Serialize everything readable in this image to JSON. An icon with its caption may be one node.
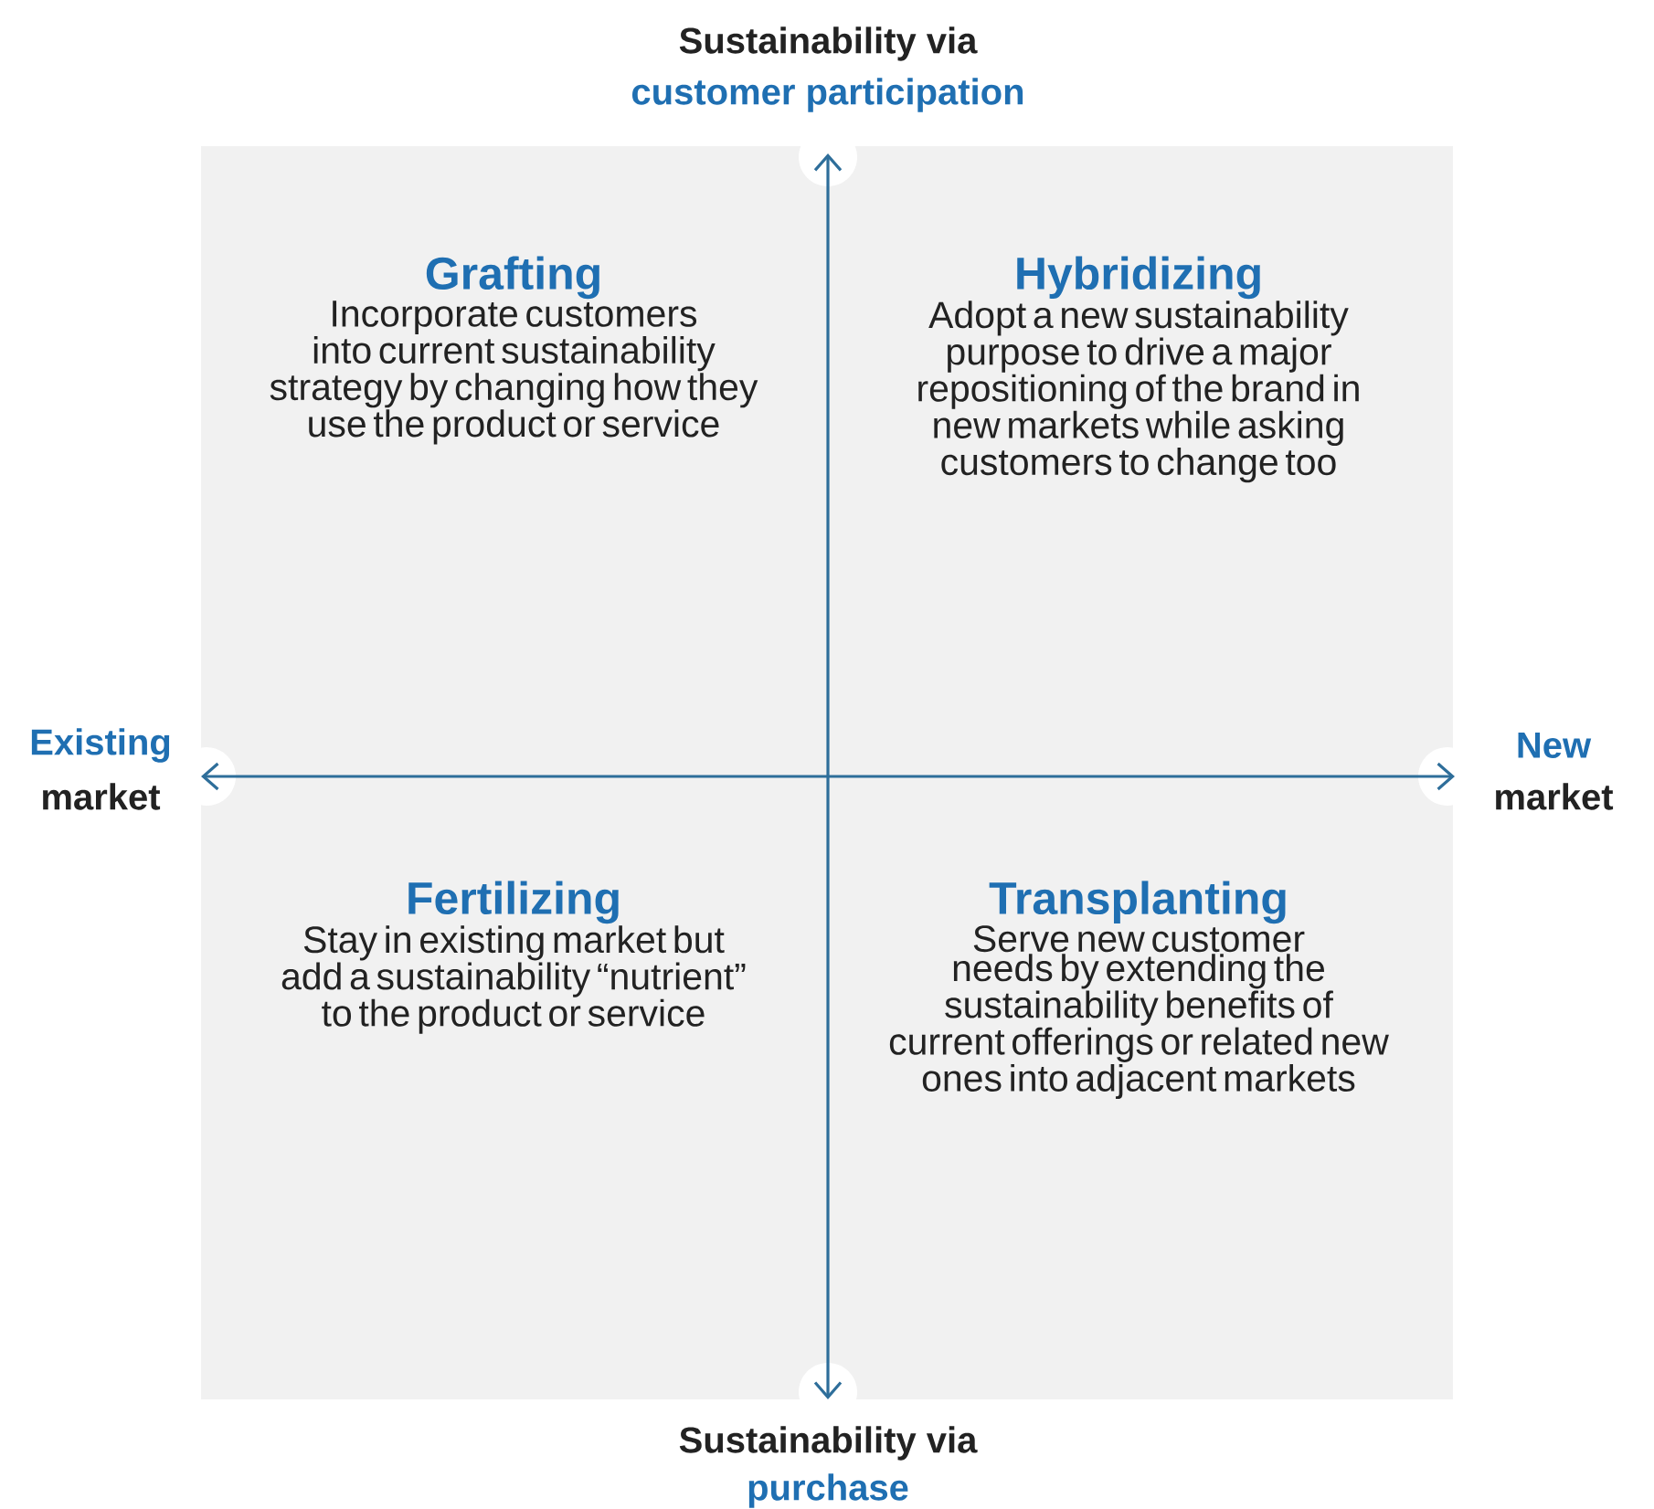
{
  "diagram": {
    "nodes": [
      {
        "text": [
          "Grafting",
          "Incorporate customers into current sustainability strategy by changing how they use the product or service"
        ]
      },
      {
        "text": [
          "Hybridizing",
          "Adopt a new sustainability purpose to drive a major repositioning of the brand in new markets while asking customers to change too"
        ]
      },
      {
        "text": [
          "Fertilizing",
          "Stay in existing market but add a sustainability “nutrient” to the product or service"
        ]
      },
      {
        "text": [
          "Transplanting",
          "Serve new customer needs by extending the sustainability benefits of current offerings or related new ones into adjacent markets"
        ]
      }
    ],
    "labels": [
      "Sustainability via",
      "customer participation",
      "Existing",
      "market",
      "New",
      "market",
      "Sustainability via",
      "purchase"
    ]
  }
}
